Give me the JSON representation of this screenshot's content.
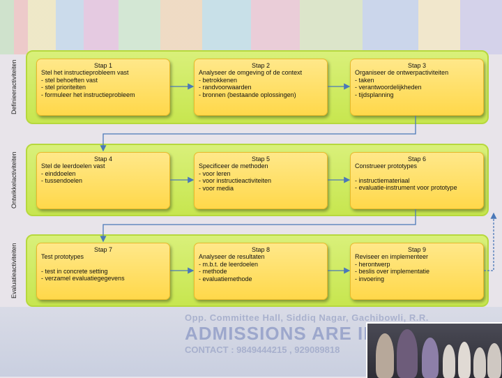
{
  "rows": [
    {
      "label": "Definieeractiviteiten"
    },
    {
      "label": "Ontwikkelactiviteiten"
    },
    {
      "label": "Evaluatieactiviteiten"
    }
  ],
  "steps": [
    {
      "title": "Stap 1",
      "heading": "Stel het instructieprobleem vast",
      "lines": [
        "- stel behoeften vast",
        "- stel prioriteiten",
        "- formuleer het instructieprobleem"
      ]
    },
    {
      "title": "Stap 2",
      "heading": "Analyseer de omgeving of de context",
      "lines": [
        "- betrokkenen",
        "- randvoorwaarden",
        "- bronnen (bestaande oplossingen)"
      ]
    },
    {
      "title": "Stap 3",
      "heading": "Organiseer de ontwerpactiviteiten",
      "lines": [
        "- taken",
        "- verantwoordelijkheden",
        "- tijdsplanning"
      ]
    },
    {
      "title": "Stap 4",
      "heading": "Stel de leerdoelen vast",
      "lines": [
        "- einddoelen",
        "- tussendoelen"
      ]
    },
    {
      "title": "Stap 5",
      "heading": "Specificeer de methoden",
      "lines": [
        "- voor leren",
        "- voor instructieactiviteiten",
        "- voor media"
      ]
    },
    {
      "title": "Stap 6",
      "heading": "Construeer prototypes",
      "lines": [
        "",
        "- instructiemateriaal",
        "- evaluatie-instrument voor prototype"
      ]
    },
    {
      "title": "Stap 7",
      "heading": "Test prototypes",
      "lines": [
        "",
        "- test in concrete setting",
        "- verzamel evaluatiegegevens"
      ]
    },
    {
      "title": "Stap 8",
      "heading": "Analyseer de resultaten",
      "lines": [
        "- m.b.t. de leerdoelen",
        "- methode",
        "- evaluatiemethode"
      ]
    },
    {
      "title": "Stap 9",
      "heading": "Reviseer en implementeer",
      "lines": [
        "- herontwerp",
        "- beslis over implementatie",
        "- invoering"
      ]
    }
  ],
  "background": {
    "banner_line1": "Opp. Committee Hall, Siddiq Nagar, Gachibowli, R.R.",
    "banner_line2": "ADMISSIONS ARE IN PRO",
    "banner_line3": "CONTACT : 9849444215 , 929089818"
  },
  "colors": {
    "row_fill": "#c7e64f",
    "step_fill": "#ffd84a",
    "arrow": "#4a78b8"
  }
}
